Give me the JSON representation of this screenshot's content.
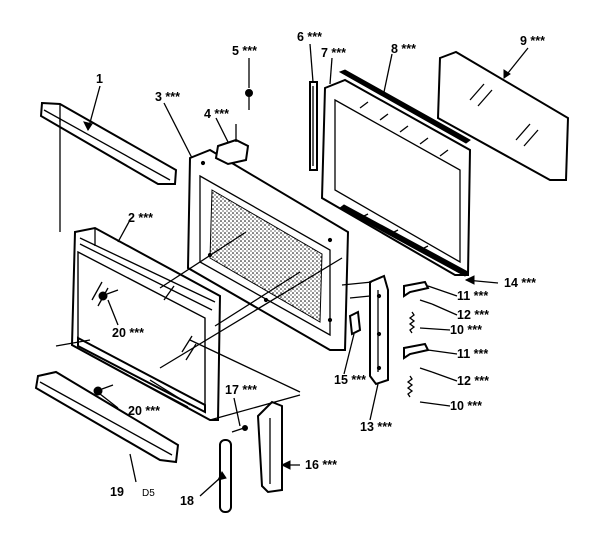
{
  "diagram": {
    "labels": {
      "p1": "1",
      "p2": "2 ***",
      "p3": "3 ***",
      "p4": "4 ***",
      "p5": "5 ***",
      "p6": "6 ***",
      "p7": "7 ***",
      "p8": "8 ***",
      "p9": "9 ***",
      "p10a": "10 ***",
      "p10b": "10 ***",
      "p11a": "11 ***",
      "p11b": "11 ***",
      "p12a": "12 ***",
      "p12b": "12 ***",
      "p13": "13 ***",
      "p14": "14 ***",
      "p15": "15 ***",
      "p16": "16 ***",
      "p17": "17 ***",
      "p18": "18",
      "p19": "19",
      "p20a": "20 ***",
      "p20b": "20 ***",
      "code": "D5"
    }
  }
}
